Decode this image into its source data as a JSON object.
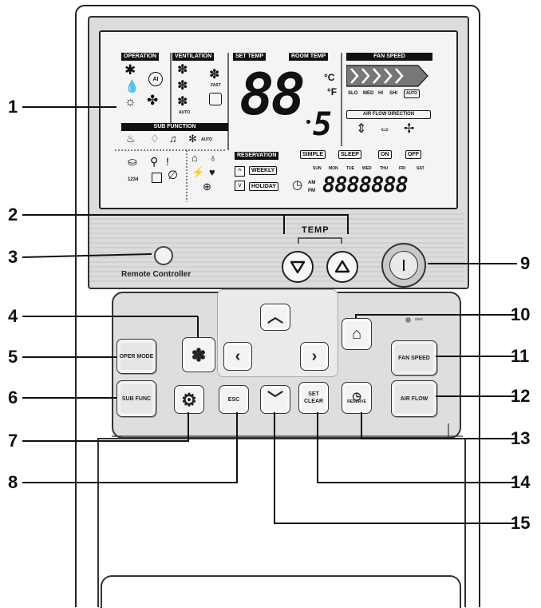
{
  "callouts": [
    "1",
    "2",
    "3",
    "4",
    "5",
    "6",
    "7",
    "8",
    "9",
    "10",
    "11",
    "12",
    "13",
    "14",
    "15"
  ],
  "lcd": {
    "operation_label": "OPERATION",
    "ventilation_label": "VENTILATION",
    "set_temp_label": "SET TEMP",
    "room_temp_label": "ROOM TEMP",
    "fan_speed_label": "FAN SPEED",
    "sub_function_label": "SUB FUNCTION",
    "reservation_label": "RESERVATION",
    "air_flow_direction_label": "AIR FLOW DIRECTION",
    "temp_display": "88",
    "temp_decimal": "5",
    "unit_c": "°C",
    "unit_f": "°F",
    "fan_levels": [
      "SLO",
      "MED",
      "HI",
      "SHI",
      "AUTO"
    ],
    "ventilation_fast": "FAST",
    "ventilation_auto": "AUTO",
    "sub_auto": "AUTO",
    "ai_label": "AI",
    "mode_code": "1234",
    "simple": "SIMPLE",
    "sleep": "SLEEP",
    "on": "ON",
    "off": "OFF",
    "weekly": "WEEKLY",
    "holiday": "HOLIDAY",
    "days": [
      "SUN",
      "MON",
      "TUE",
      "WED",
      "THU",
      "FRI",
      "SAT"
    ],
    "am": "AM",
    "pm": "PM",
    "time_digits": "8888888"
  },
  "controls": {
    "temp_label": "TEMP",
    "remote_controller_label": "Remote Controller",
    "oper_mode": "OPER MODE",
    "sub_func": "SUB FUNC",
    "esc": "ESC",
    "set_clear": "SET CLEAR",
    "fan_speed": "FAN SPEED",
    "air_flow": "AIR FLOW",
    "reserve": "RESERVE",
    "start": "start"
  },
  "icons": {
    "temp_down": "triangle-down",
    "temp_up": "triangle-up",
    "power": "power",
    "ventilation": "ventilation-fan",
    "function_setting": "gear",
    "nav_up": "chevron-up",
    "nav_down": "chevron-down",
    "nav_left": "chevron-left",
    "nav_right": "chevron-right",
    "ventilation_mode": "house-thermometer",
    "reservation": "clock"
  }
}
